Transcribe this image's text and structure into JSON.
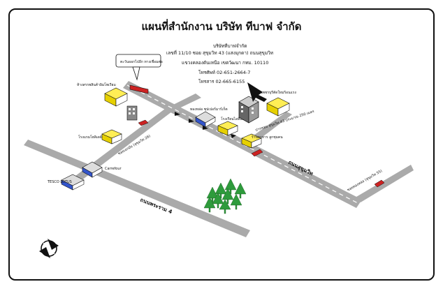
{
  "title": "แผนที่สำนักงาน บริษัท ทีบาฟ จำกัด",
  "address": {
    "company": "บริษัททีบาฟจำกัด",
    "line1": "เลขที่ 11/10 ซอย สุขุมวิท 43 (แสงมุกดา) ถนนสุขุมวิท",
    "line2": "แขวงคลองตันเหนือ เขตวัฒนา กทม. 10110",
    "phone": "โทรศัพท์ 02-651-2664-7",
    "fax": "โทรสาร 02-665-6155"
  },
  "callout": "ตะวันออกไปอีก ทางเชื่อมต่อ",
  "roads": {
    "sukhumvit": "ถนนสุขุมวิท",
    "rama4": "ถนนพระราม 4",
    "soi26": "ซอยเอกมัย (สุขุมวิท 26)",
    "soi55": "ซอยทองหล่อ (สุขุมวิท 55)",
    "soi43": "ปากซอย สุขุมวิท 43 ประมาณ 250 เมตร"
  },
  "landmarks": {
    "tesco": "TESCO LOTUS",
    "carrefour": "Carrefour",
    "topleft_bldg": "ห้างสรรพสินค้าอิมโพเรียม",
    "left_bldg": "โรงแรมโฮลิเดย์",
    "topmid": "ทองหล่อ ซุปเปอร์มาร์เก็ต",
    "mid_bldg": "โรงเรียนไอทีแอ่ว",
    "right_top": "เพชรบุรีตัดใหม่ร้อนแรง",
    "right_bot": "ร้านอาหาร ลูกชุมคน"
  },
  "colors": {
    "building": "#ffee55",
    "road": "#aaaaaa",
    "tree": "#2e9b3c",
    "car": "#cc2222",
    "store": "#3355cc"
  }
}
